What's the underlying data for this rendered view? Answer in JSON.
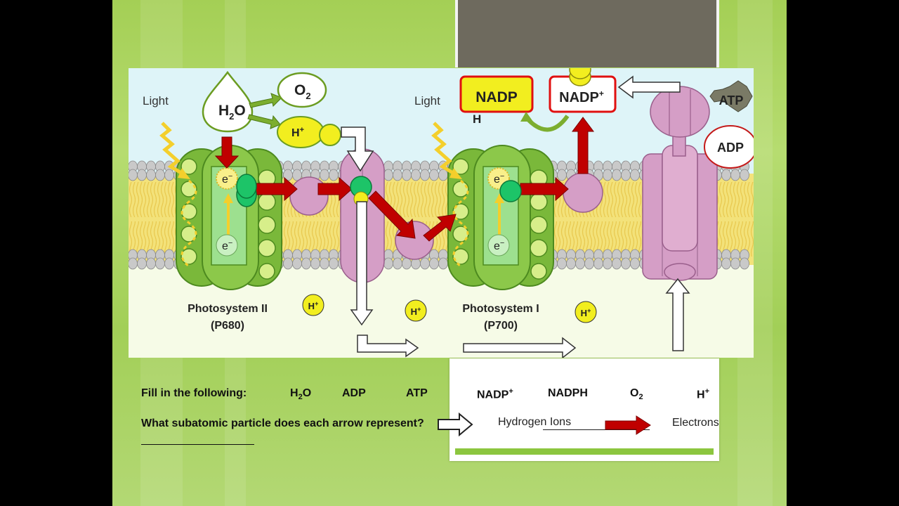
{
  "diagram": {
    "light_left": "Light",
    "light_right": "Light",
    "h2o": "H",
    "h2o_sub": "2",
    "h2o_o": "O",
    "o2": "O",
    "o2_sub": "2",
    "h_plus_main": "H",
    "plus": "+",
    "nadph_line1": "NADP",
    "nadph_line2": "H",
    "nadp_plus": "NADP",
    "atp": "ATP",
    "adp": "ADP",
    "electron": "e",
    "minus": "−",
    "ps2_name": "Photosystem II",
    "ps2_code": "(P680)",
    "ps1_name": "Photosystem I",
    "ps1_code": "(P700)",
    "h_ion": "H"
  },
  "legend": {
    "hydrogen_ions": "Hydrogen Ions",
    "electrons": "Electrons"
  },
  "worksheet": {
    "fill_label": "Fill in the following:",
    "terms": [
      {
        "main": "H",
        "sub": "2",
        "tail": "O"
      },
      {
        "main": "ADP"
      },
      {
        "main": "ATP"
      },
      {
        "main": "NADP",
        "sup": "+"
      },
      {
        "main": "NADPH"
      },
      {
        "main": "O",
        "sub": "2"
      },
      {
        "main": "H",
        "sup": "+"
      }
    ],
    "question": "What subatomic particle does each arrow represent?"
  },
  "colors": {
    "slide_green": "#a4cf55",
    "arrow_red": "#c00000",
    "membrane_yellow": "#f3e27a",
    "protein_pink": "#d59ec6",
    "photosystem_green": "#7ab83a",
    "ion_yellow": "#f2ee1f"
  }
}
